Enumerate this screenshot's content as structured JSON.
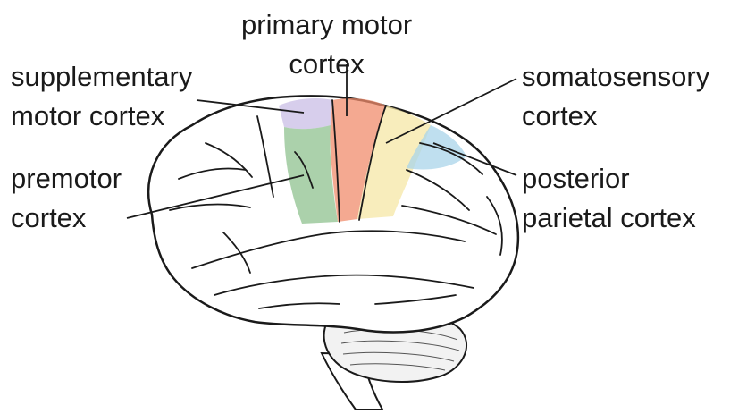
{
  "regions": [
    {
      "id": "supplementary-motor-cortex",
      "lines": [
        "supplementary",
        "motor cortex"
      ],
      "color": "#c9bde6"
    },
    {
      "id": "primary-motor-cortex",
      "lines": [
        "primary motor",
        "cortex"
      ],
      "color": "#f08c6c"
    },
    {
      "id": "premotor-cortex",
      "lines": [
        "premotor",
        "cortex"
      ],
      "color": "#8fc28f"
    },
    {
      "id": "somatosensory-cortex",
      "lines": [
        "somatosensory",
        "cortex"
      ],
      "color": "#f6e7a6"
    },
    {
      "id": "posterior-parietal-cortex",
      "lines": [
        "posterior",
        "parietal cortex"
      ],
      "color": "#a9d4ea"
    }
  ],
  "style": {
    "outline": "#1a1a1a",
    "brain_fill": "#ffffff"
  }
}
